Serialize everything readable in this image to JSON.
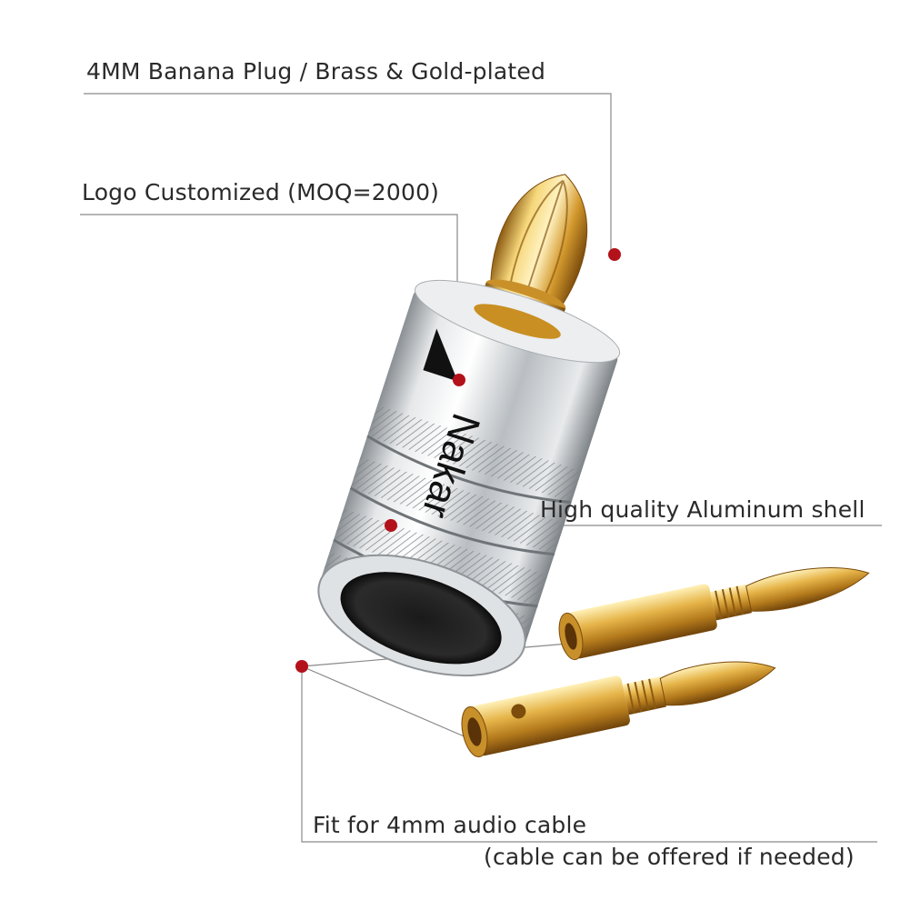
{
  "callouts": [
    {
      "text": "4MM Banana Plug / Brass & Gold-plated"
    },
    {
      "text": "Logo Customized (MOQ=2000)"
    },
    {
      "text": "High quality Aluminum shell"
    },
    {
      "text": "Fit for 4mm audio cable"
    },
    {
      "text": "(cable can be offered if needed)"
    }
  ],
  "brand": {
    "text": "Nakar"
  },
  "colors": {
    "gold": "#d9a83a",
    "silver": "#cfd3d6",
    "dot": "#b3121b",
    "line": "#7a7a7a",
    "text": "#2a2a2a"
  }
}
